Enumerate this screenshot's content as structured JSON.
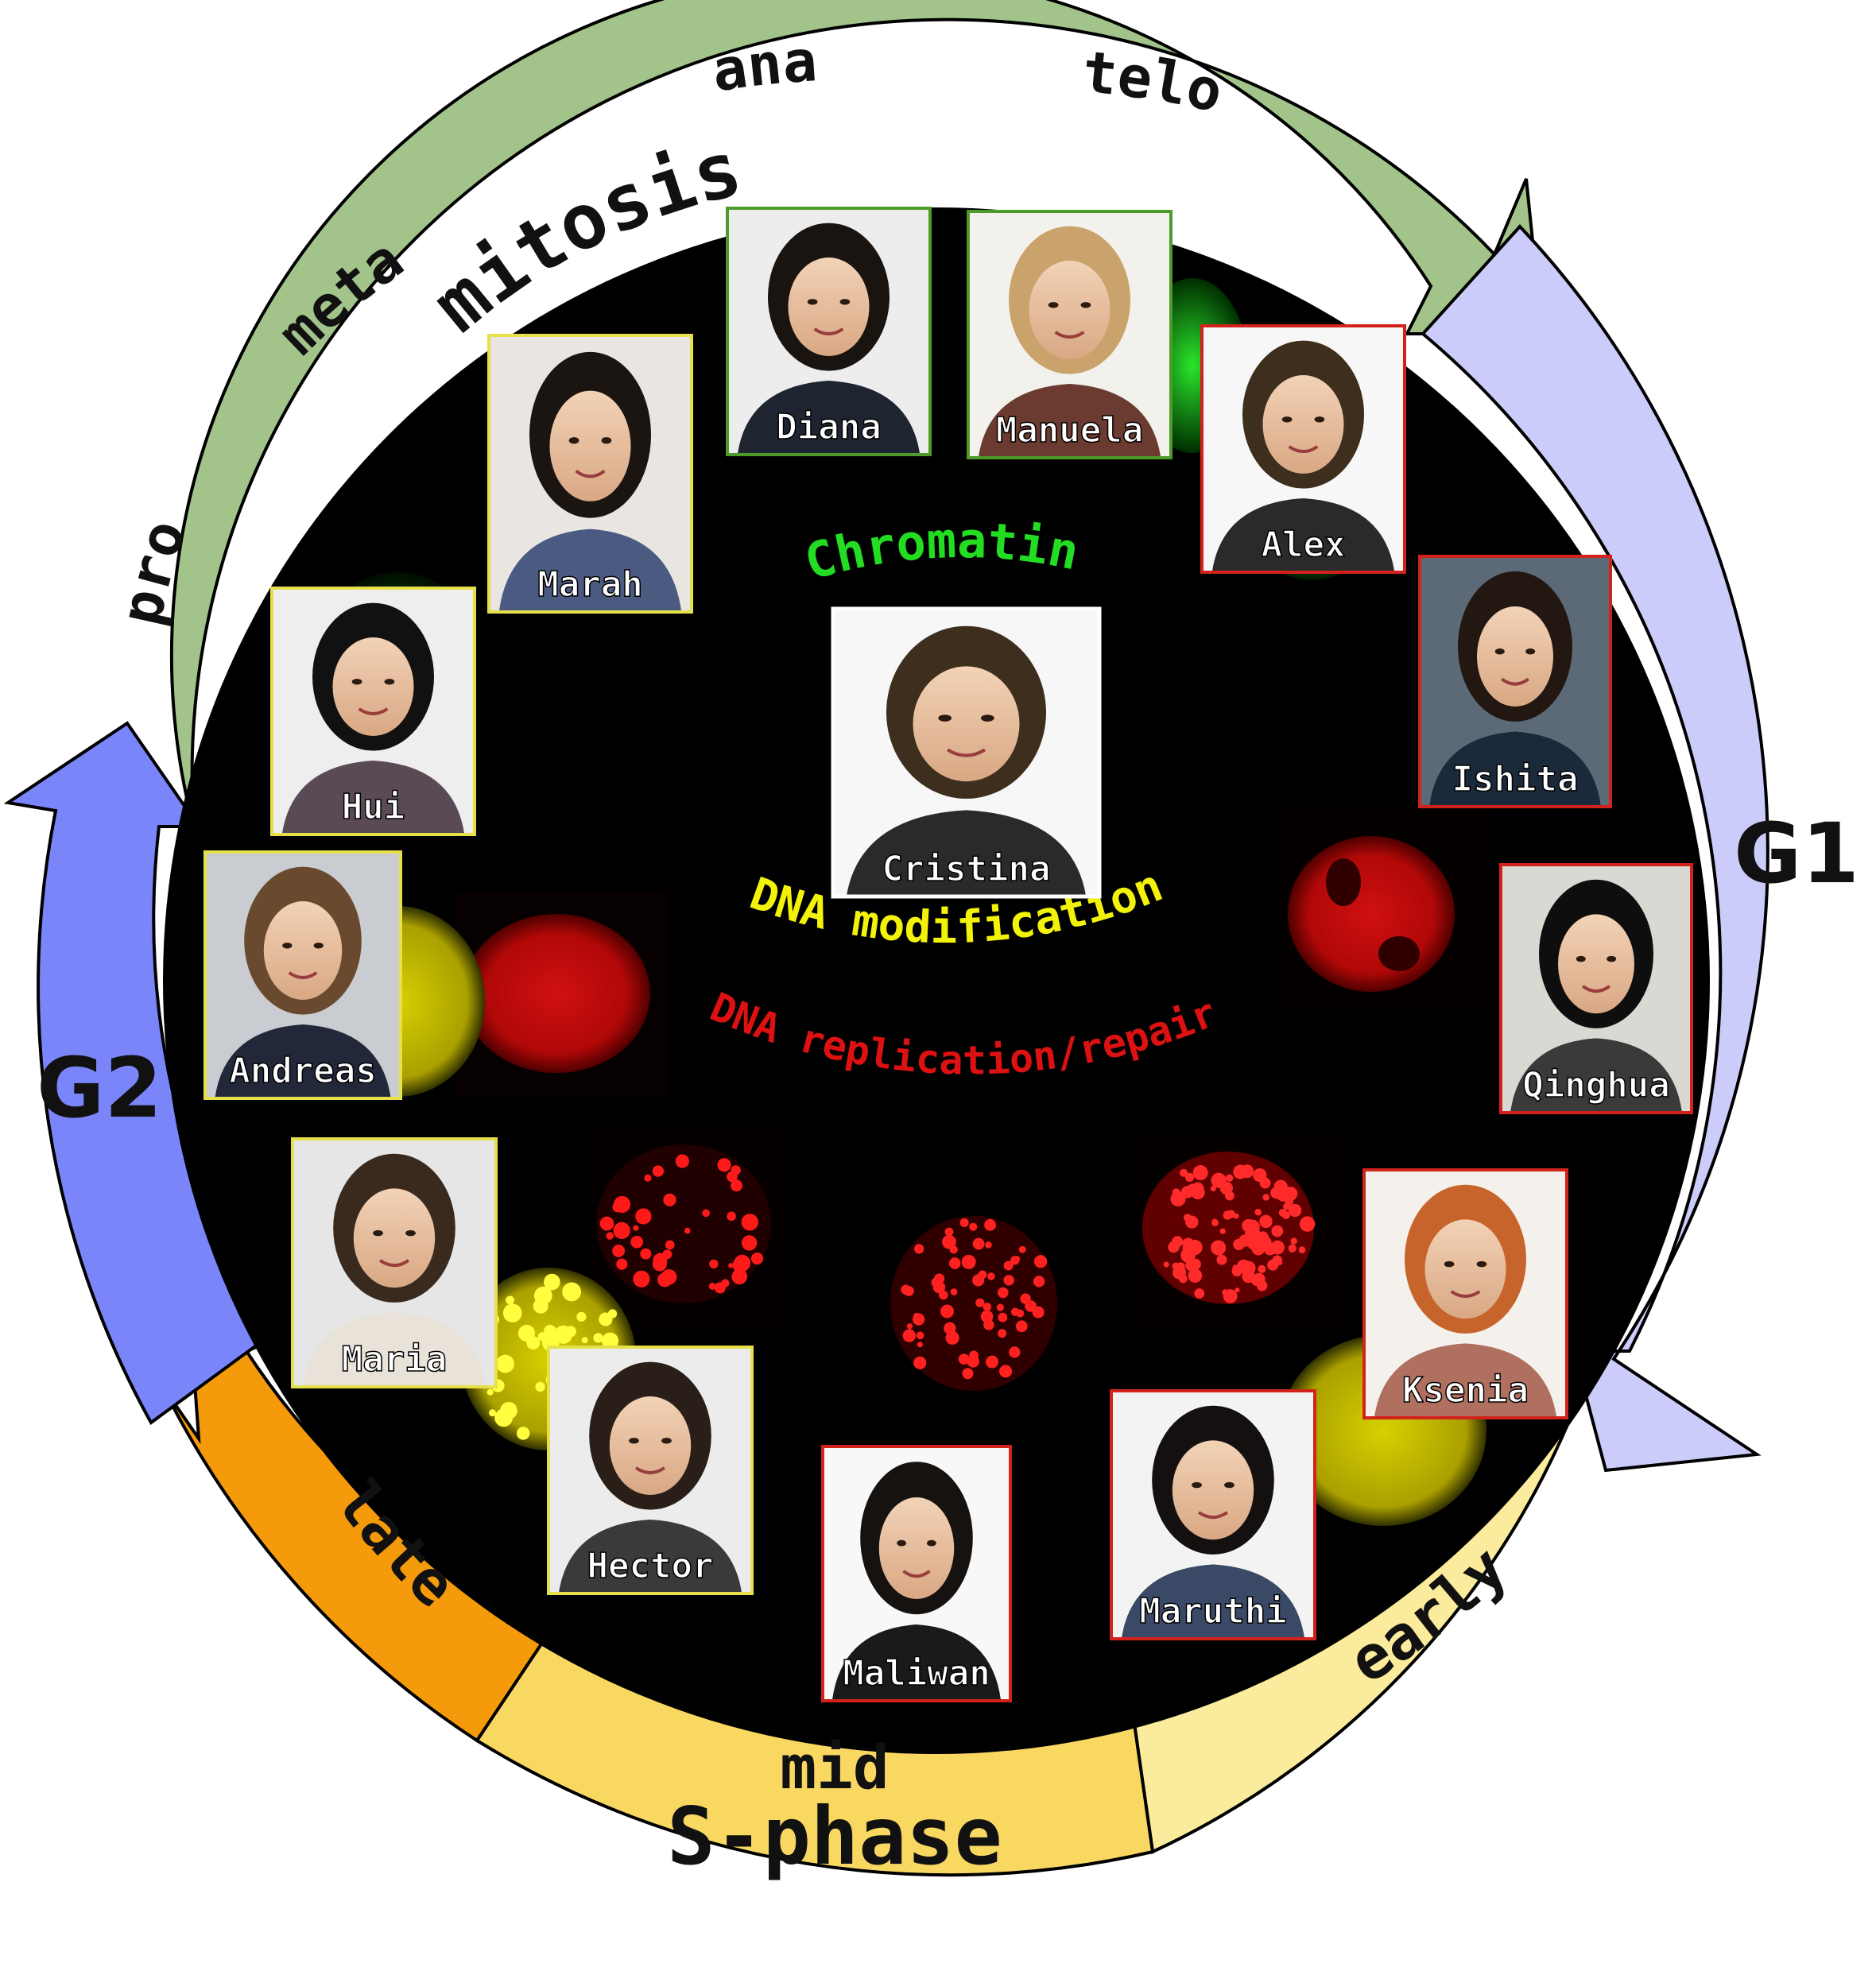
{
  "phases": {
    "mitosis": {
      "title": "mitosis",
      "color": "#a2c48a",
      "subphases": [
        "pro",
        "meta",
        "ana",
        "telo"
      ]
    },
    "g1": {
      "title": "G1",
      "color": "#ccccfa"
    },
    "s_phase": {
      "title": "S-phase",
      "subphases": [
        {
          "label": "early",
          "color": "#fbeb9c"
        },
        {
          "label": "mid",
          "color": "#f9d862"
        },
        {
          "label": "late",
          "color": "#f59a0b"
        }
      ]
    },
    "g2": {
      "title": "G2",
      "color": "#7b85fa"
    }
  },
  "research_topics": [
    {
      "label": "Chromatin",
      "color": "#22dd22"
    },
    {
      "label": "DNA modification",
      "color": "#f2f20a"
    },
    {
      "label": "DNA replication/repair",
      "color": "#dd1111"
    }
  ],
  "group_colors": {
    "chromatin": "#4e9a2a",
    "modification": "#e6e04a",
    "replication": "#d2221c"
  },
  "center_person": {
    "name": "Cristina"
  },
  "people": [
    {
      "name": "Diana",
      "group": "chromatin"
    },
    {
      "name": "Manuela",
      "group": "chromatin"
    },
    {
      "name": "Alex",
      "group": "replication"
    },
    {
      "name": "Marah",
      "group": "modification"
    },
    {
      "name": "Hui",
      "group": "modification"
    },
    {
      "name": "Ishita",
      "group": "replication"
    },
    {
      "name": "Qinghua",
      "group": "replication"
    },
    {
      "name": "Andreas",
      "group": "modification"
    },
    {
      "name": "Ksenia",
      "group": "replication"
    },
    {
      "name": "Maria",
      "group": "modification"
    },
    {
      "name": "Hector",
      "group": "modification"
    },
    {
      "name": "Maruthi",
      "group": "replication"
    },
    {
      "name": "Maliwan",
      "group": "replication"
    }
  ]
}
